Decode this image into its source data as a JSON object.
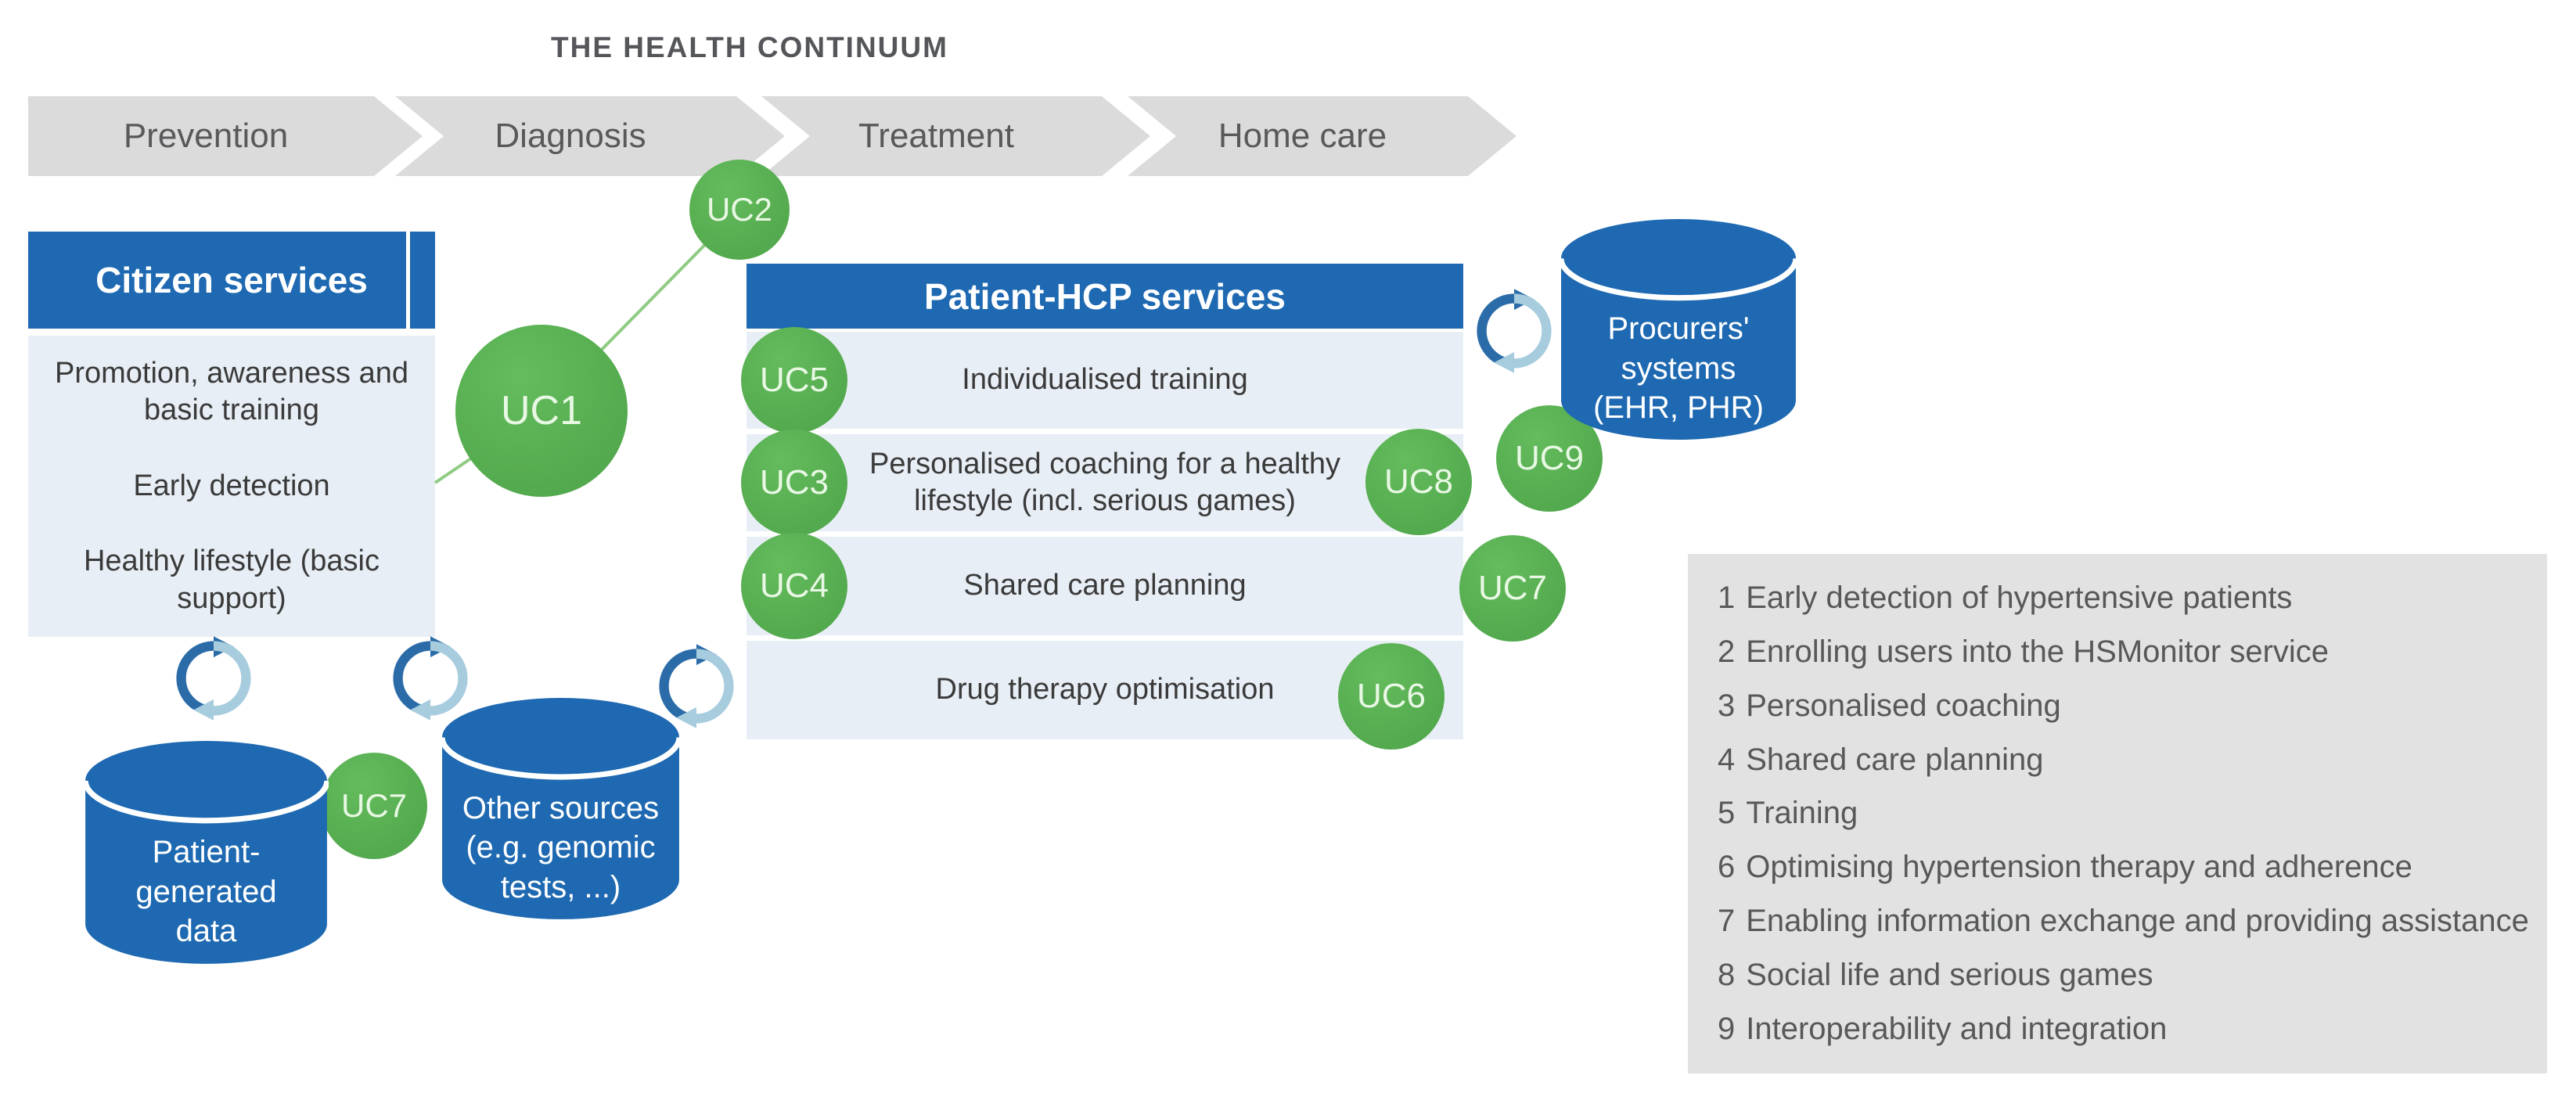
{
  "title": "THE HEALTH CONTINUUM",
  "continuum": {
    "stages": [
      "Prevention",
      "Diagnosis",
      "Treatment",
      "Home care"
    ]
  },
  "citizen": {
    "header": "Citizen services",
    "items": [
      "Promotion, awareness and basic training",
      "Early detection",
      "Healthy lifestyle (basic support)"
    ]
  },
  "patient_hcp": {
    "header": "Patient-HCP services",
    "rows": [
      "Individualised training",
      "Personalised coaching for a healthy lifestyle (incl. serious games)",
      "Shared care planning",
      "Drug therapy optimisation"
    ]
  },
  "badges": {
    "uc1": "UC1",
    "uc2": "UC2",
    "uc3": "UC3",
    "uc4": "UC4",
    "uc5": "UC5",
    "uc6": "UC6",
    "uc7_right": "UC7",
    "uc7_left": "UC7",
    "uc8": "UC8",
    "uc9": "UC9"
  },
  "cylinders": {
    "procurers": {
      "lines": [
        "Procurers'",
        "systems",
        "(EHR, PHR)"
      ]
    },
    "patient_generated": {
      "lines": [
        "Patient-",
        "generated",
        "data"
      ]
    },
    "other_sources": {
      "lines": [
        "Other sources",
        "(e.g. genomic",
        "tests, ...)"
      ]
    }
  },
  "legend": {
    "items": [
      {
        "num": "1",
        "text": "Early detection of hypertensive patients"
      },
      {
        "num": "2",
        "text": "Enrolling users into the HSMonitor service"
      },
      {
        "num": "3",
        "text": "Personalised coaching"
      },
      {
        "num": "4",
        "text": "Shared care planning"
      },
      {
        "num": "5",
        "text": "Training"
      },
      {
        "num": "6",
        "text": "Optimising hypertension therapy and adherence"
      },
      {
        "num": "7",
        "text": "Enabling information exchange and providing assistance"
      },
      {
        "num": "8",
        "text": "Social life and serious games"
      },
      {
        "num": "9",
        "text": "Interoperability and integration"
      }
    ]
  },
  "colors": {
    "blue": "#1e69b1",
    "light_panel": "#e8eef5",
    "green": "#5ab254",
    "green_line": "#8fcb83",
    "chevron_gray": "#dbdbdb",
    "legend_bg": "#e2e2e2",
    "text_dark": "#3a3a3a",
    "text_gray": "#57585a",
    "sync_dark": "#2b6ca8",
    "sync_light": "#a7ccde"
  }
}
